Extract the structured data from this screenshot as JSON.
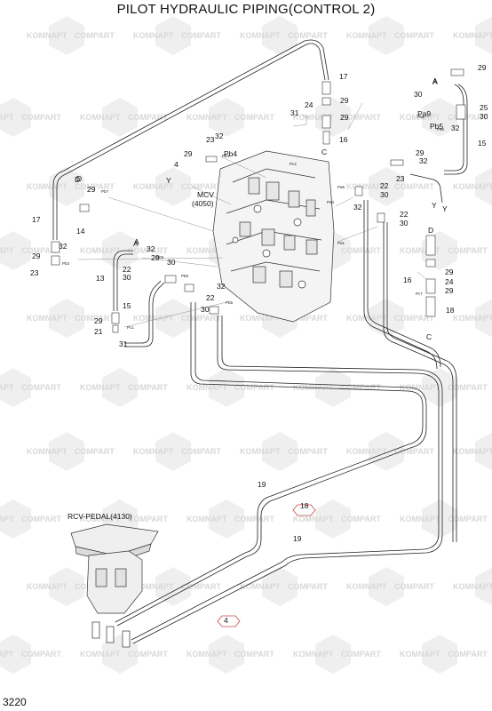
{
  "title": "PILOT HYDRAULIC PIPING(CONTROL 2)",
  "page_number": "3220",
  "watermark": {
    "text_a": "KOMNAPT",
    "text_b": "COMPART"
  },
  "mcv_label": "MCV\n(4050)",
  "rcv_label": "RCV-PEDAL(4130)",
  "ports": [
    "Pc2",
    "Pb4",
    "Pa9",
    "Pa5",
    "Pb7",
    "Pa4",
    "Pa6",
    "Pa1",
    "Pb9",
    "Pb6",
    "Pb3",
    "Pc1",
    "Pb5",
    "Pc7"
  ],
  "letters": [
    "A",
    "A",
    "D",
    "D",
    "C",
    "C",
    "Y",
    "Y"
  ],
  "labels": [
    "17",
    "29",
    "24",
    "31",
    "29",
    "16",
    "29",
    "30",
    "A",
    "Pa9",
    "Pb5",
    "25",
    "30",
    "32",
    "15",
    "4",
    "29",
    "23",
    "32",
    "Pb4",
    "23",
    "29",
    "32",
    "22",
    "30",
    "32",
    "22",
    "30",
    "29",
    "D",
    "14",
    "17",
    "29",
    "32",
    "23",
    "13",
    "A",
    "32",
    "29",
    "22",
    "30",
    "30",
    "22",
    "15",
    "29",
    "21",
    "31",
    "32",
    "30",
    "29",
    "24",
    "29",
    "16",
    "18",
    "19",
    "18",
    "19",
    "4",
    "Y"
  ]
}
